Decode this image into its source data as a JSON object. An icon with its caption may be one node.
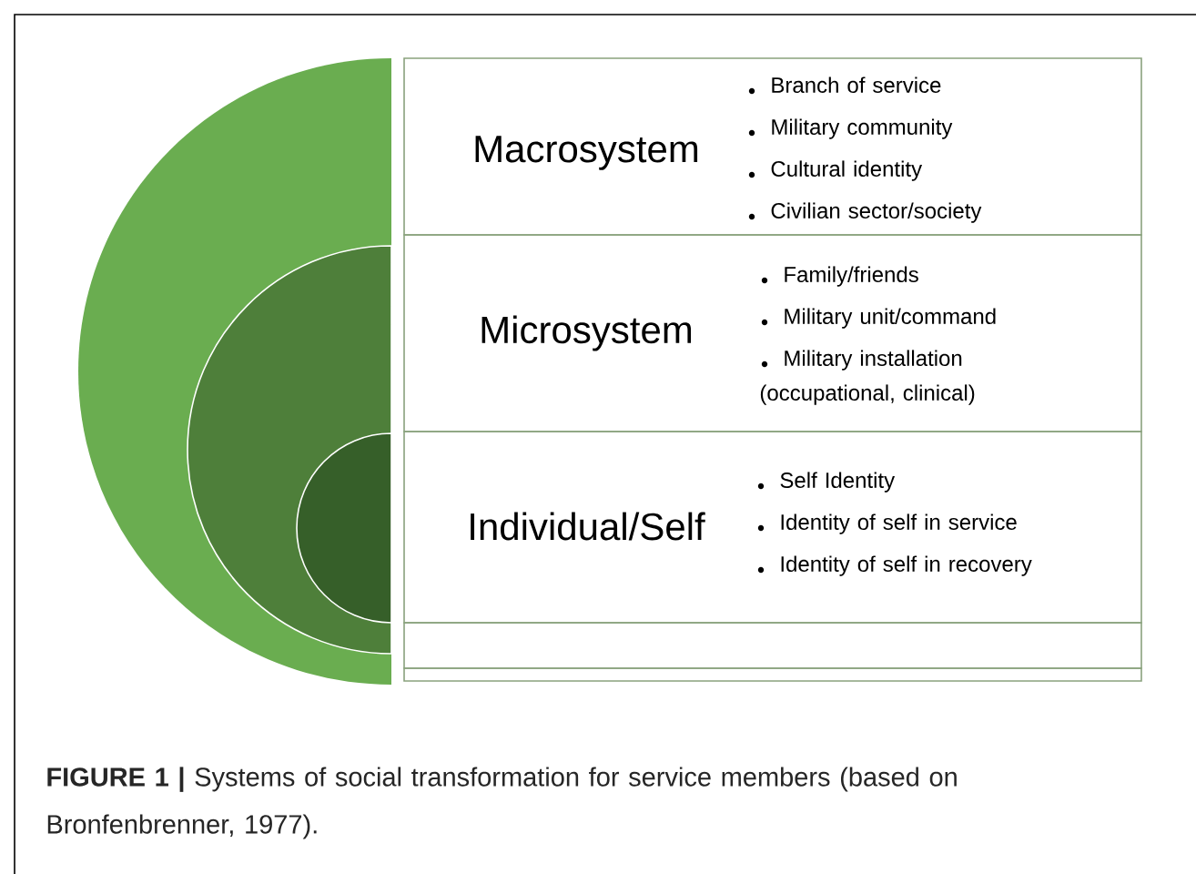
{
  "diagram": {
    "caption": "**FIGURE 1 |** Systems of social transformation for service members (based on Bronfenbrenner, 1977).",
    "nodes": [
      {
        "text": [
          "Macrosystem",
          "Branch of service",
          "Military community",
          "Cultural identity",
          "Civilian sector/society"
        ]
      },
      {
        "text": [
          "Microsystem",
          "Family/friends",
          "Military unit/command",
          "Military installation (occupational, clinical)"
        ]
      },
      {
        "text": [
          "Individual/Self",
          "Self Identity",
          "Identity of self in service",
          "Identity of self in recovery"
        ]
      },
      {
        "text": [],
        "shape": "box"
      },
      {
        "text": [],
        "shape": "box"
      }
    ]
  }
}
